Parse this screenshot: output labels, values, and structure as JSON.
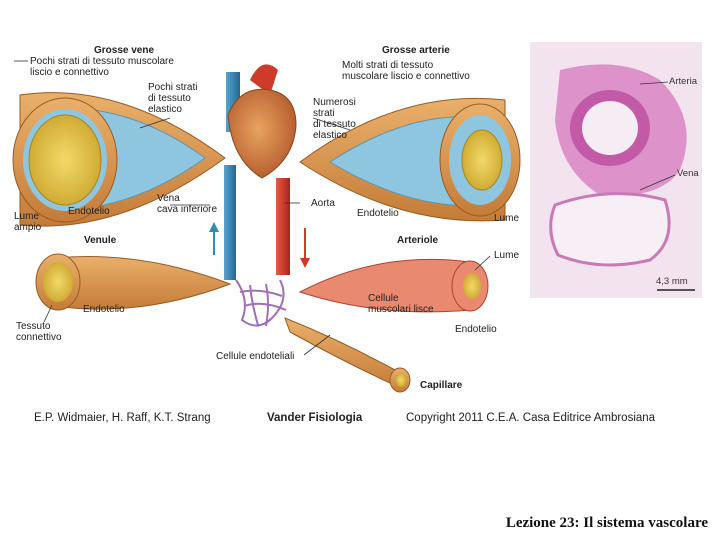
{
  "diagram": {
    "sections": {
      "grosse_vene": "Grosse vene",
      "grosse_arterie": "Grosse arterie",
      "venule": "Venule",
      "arteriole": "Arteriole",
      "capillare": "Capillare"
    },
    "labels": {
      "pochi_strati_muscolare": "Pochi strati di tessuto muscolare\nliscio e connettivo",
      "pochi_strati_elastico": "Pochi strati\ndi tessuto\nelastico",
      "lume_ampio": "Lume\nampio",
      "endotelio_vene": "Endotelio",
      "vena_cava": "Vena\ncava inferiore",
      "molti_strati": "Molti strati di tessuto\nmuscolare liscio e connettivo",
      "numerosi_strati": "Numerosi\nstrati\ndi tessuto\nelastico",
      "aorta": "Aorta",
      "endotelio_arterie": "Endotelio",
      "lume_arterie": "Lume",
      "endotelio_venule": "Endotelio",
      "tessuto_connettivo": "Tessuto\nconnettivo",
      "lume_arteriole": "Lume",
      "cellule_muscolari": "Cellule\nmuscolari lisce",
      "endotelio_arteriole": "Endotelio",
      "cellule_endoteliali": "Cellule endoteliali"
    },
    "histology": {
      "arteria": "Arteria",
      "vena": "Vena",
      "scale": "4,3 mm"
    },
    "credits": {
      "authors": "E.P. Widmaier, H. Raff, K.T. Strang",
      "book": "Vander Fisiologia",
      "copyright": "Copyright 2011 C.E.A. Casa Editrice Ambrosiana"
    }
  },
  "footer": "Lezione 23: Il sistema vascolare",
  "colors": {
    "vessel_outer": "#d9964f",
    "vessel_wall_blue": "#8fc6df",
    "lumen_yellow": "#e8c84a",
    "artery_red": "#cf3b2b",
    "vein_blue": "#2f7fb0",
    "histo_pink": "#d985c2"
  }
}
